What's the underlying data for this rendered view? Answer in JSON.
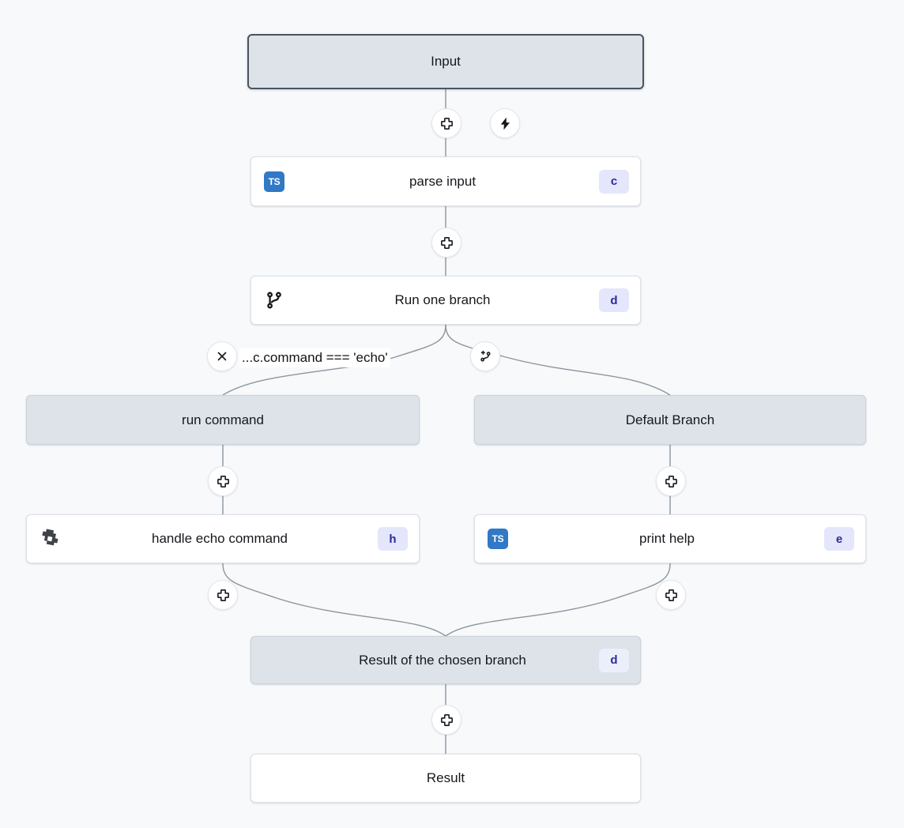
{
  "canvas": {
    "background": "#f7f9fb",
    "node_grey": "#dde3e9",
    "node_white": "#ffffff",
    "edge_color": "#8d959e",
    "badge_bg": "#e4e6fb",
    "badge_fg": "#2c2a9c",
    "ts_blue": "#3178c6",
    "selected_border": "#4a5360"
  },
  "nodes": {
    "input": {
      "label": "Input"
    },
    "parse_input": {
      "label": "parse input",
      "icon": "typescript-icon",
      "icon_text": "TS",
      "badge": "c"
    },
    "run_branch": {
      "label": "Run one branch",
      "icon": "git-branch-icon",
      "badge": "d"
    },
    "run_command": {
      "label": "run command"
    },
    "default_branch": {
      "label": "Default Branch"
    },
    "handle_echo": {
      "label": "handle echo command",
      "icon": "puzzle-piece-icon",
      "badge": "h"
    },
    "print_help": {
      "label": "print help",
      "icon": "typescript-icon",
      "icon_text": "TS",
      "badge": "e"
    },
    "result_branch": {
      "label": "Result of the chosen branch",
      "badge": "d"
    },
    "result": {
      "label": "Result"
    }
  },
  "condition": {
    "text": "...c.command === 'echo'",
    "remove_icon": "close-icon",
    "add_branch_icon": "git-branch-plus-icon"
  },
  "handles": {
    "add_icon": "plus-icon",
    "trigger_icon": "lightning-bolt-icon",
    "add_buttons": [
      "add-step-after-input",
      "add-step-after-parse-input",
      "add-step-after-run-command",
      "add-step-after-default-branch",
      "add-step-after-handle-echo",
      "add-step-after-print-help",
      "add-step-after-result-branch"
    ]
  }
}
